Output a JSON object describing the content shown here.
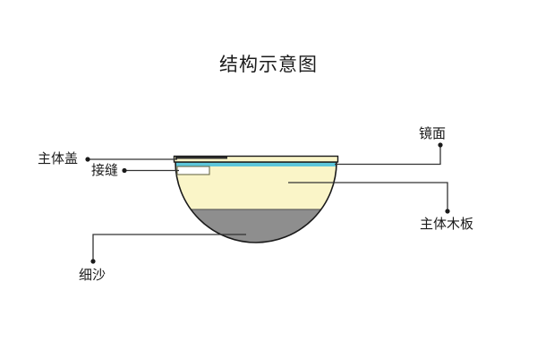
{
  "page": {
    "title": "结构示意图",
    "background_color": "#ffffff"
  },
  "diagram": {
    "type": "cross-section-schematic",
    "shape": "semicircular-bowl",
    "colors": {
      "outline": "#1a1a1a",
      "mirror_layer": "#5cc6da",
      "wood_body": "#faf5c8",
      "sand": "#8e8e8e",
      "leader_line": "#333333",
      "label_text": "#1a1a1a",
      "background": "#ffffff"
    },
    "layers": [
      {
        "key": "lid",
        "name": "主体盖",
        "fill": "#faf5c8"
      },
      {
        "key": "mirror",
        "name": "镜面",
        "fill": "#5cc6da"
      },
      {
        "key": "wood",
        "name": "主体木板",
        "fill": "#faf5c8"
      },
      {
        "key": "sand",
        "name": "细沙",
        "fill": "#8e8e8e"
      }
    ],
    "labels": [
      {
        "key": "lid",
        "text": "主体盖",
        "side": "left"
      },
      {
        "key": "seam",
        "text": "接缝",
        "side": "left"
      },
      {
        "key": "mirror",
        "text": "镜面",
        "side": "right"
      },
      {
        "key": "wood",
        "text": "主体木板",
        "side": "right"
      },
      {
        "key": "sand",
        "text": "细沙",
        "side": "left"
      }
    ]
  }
}
